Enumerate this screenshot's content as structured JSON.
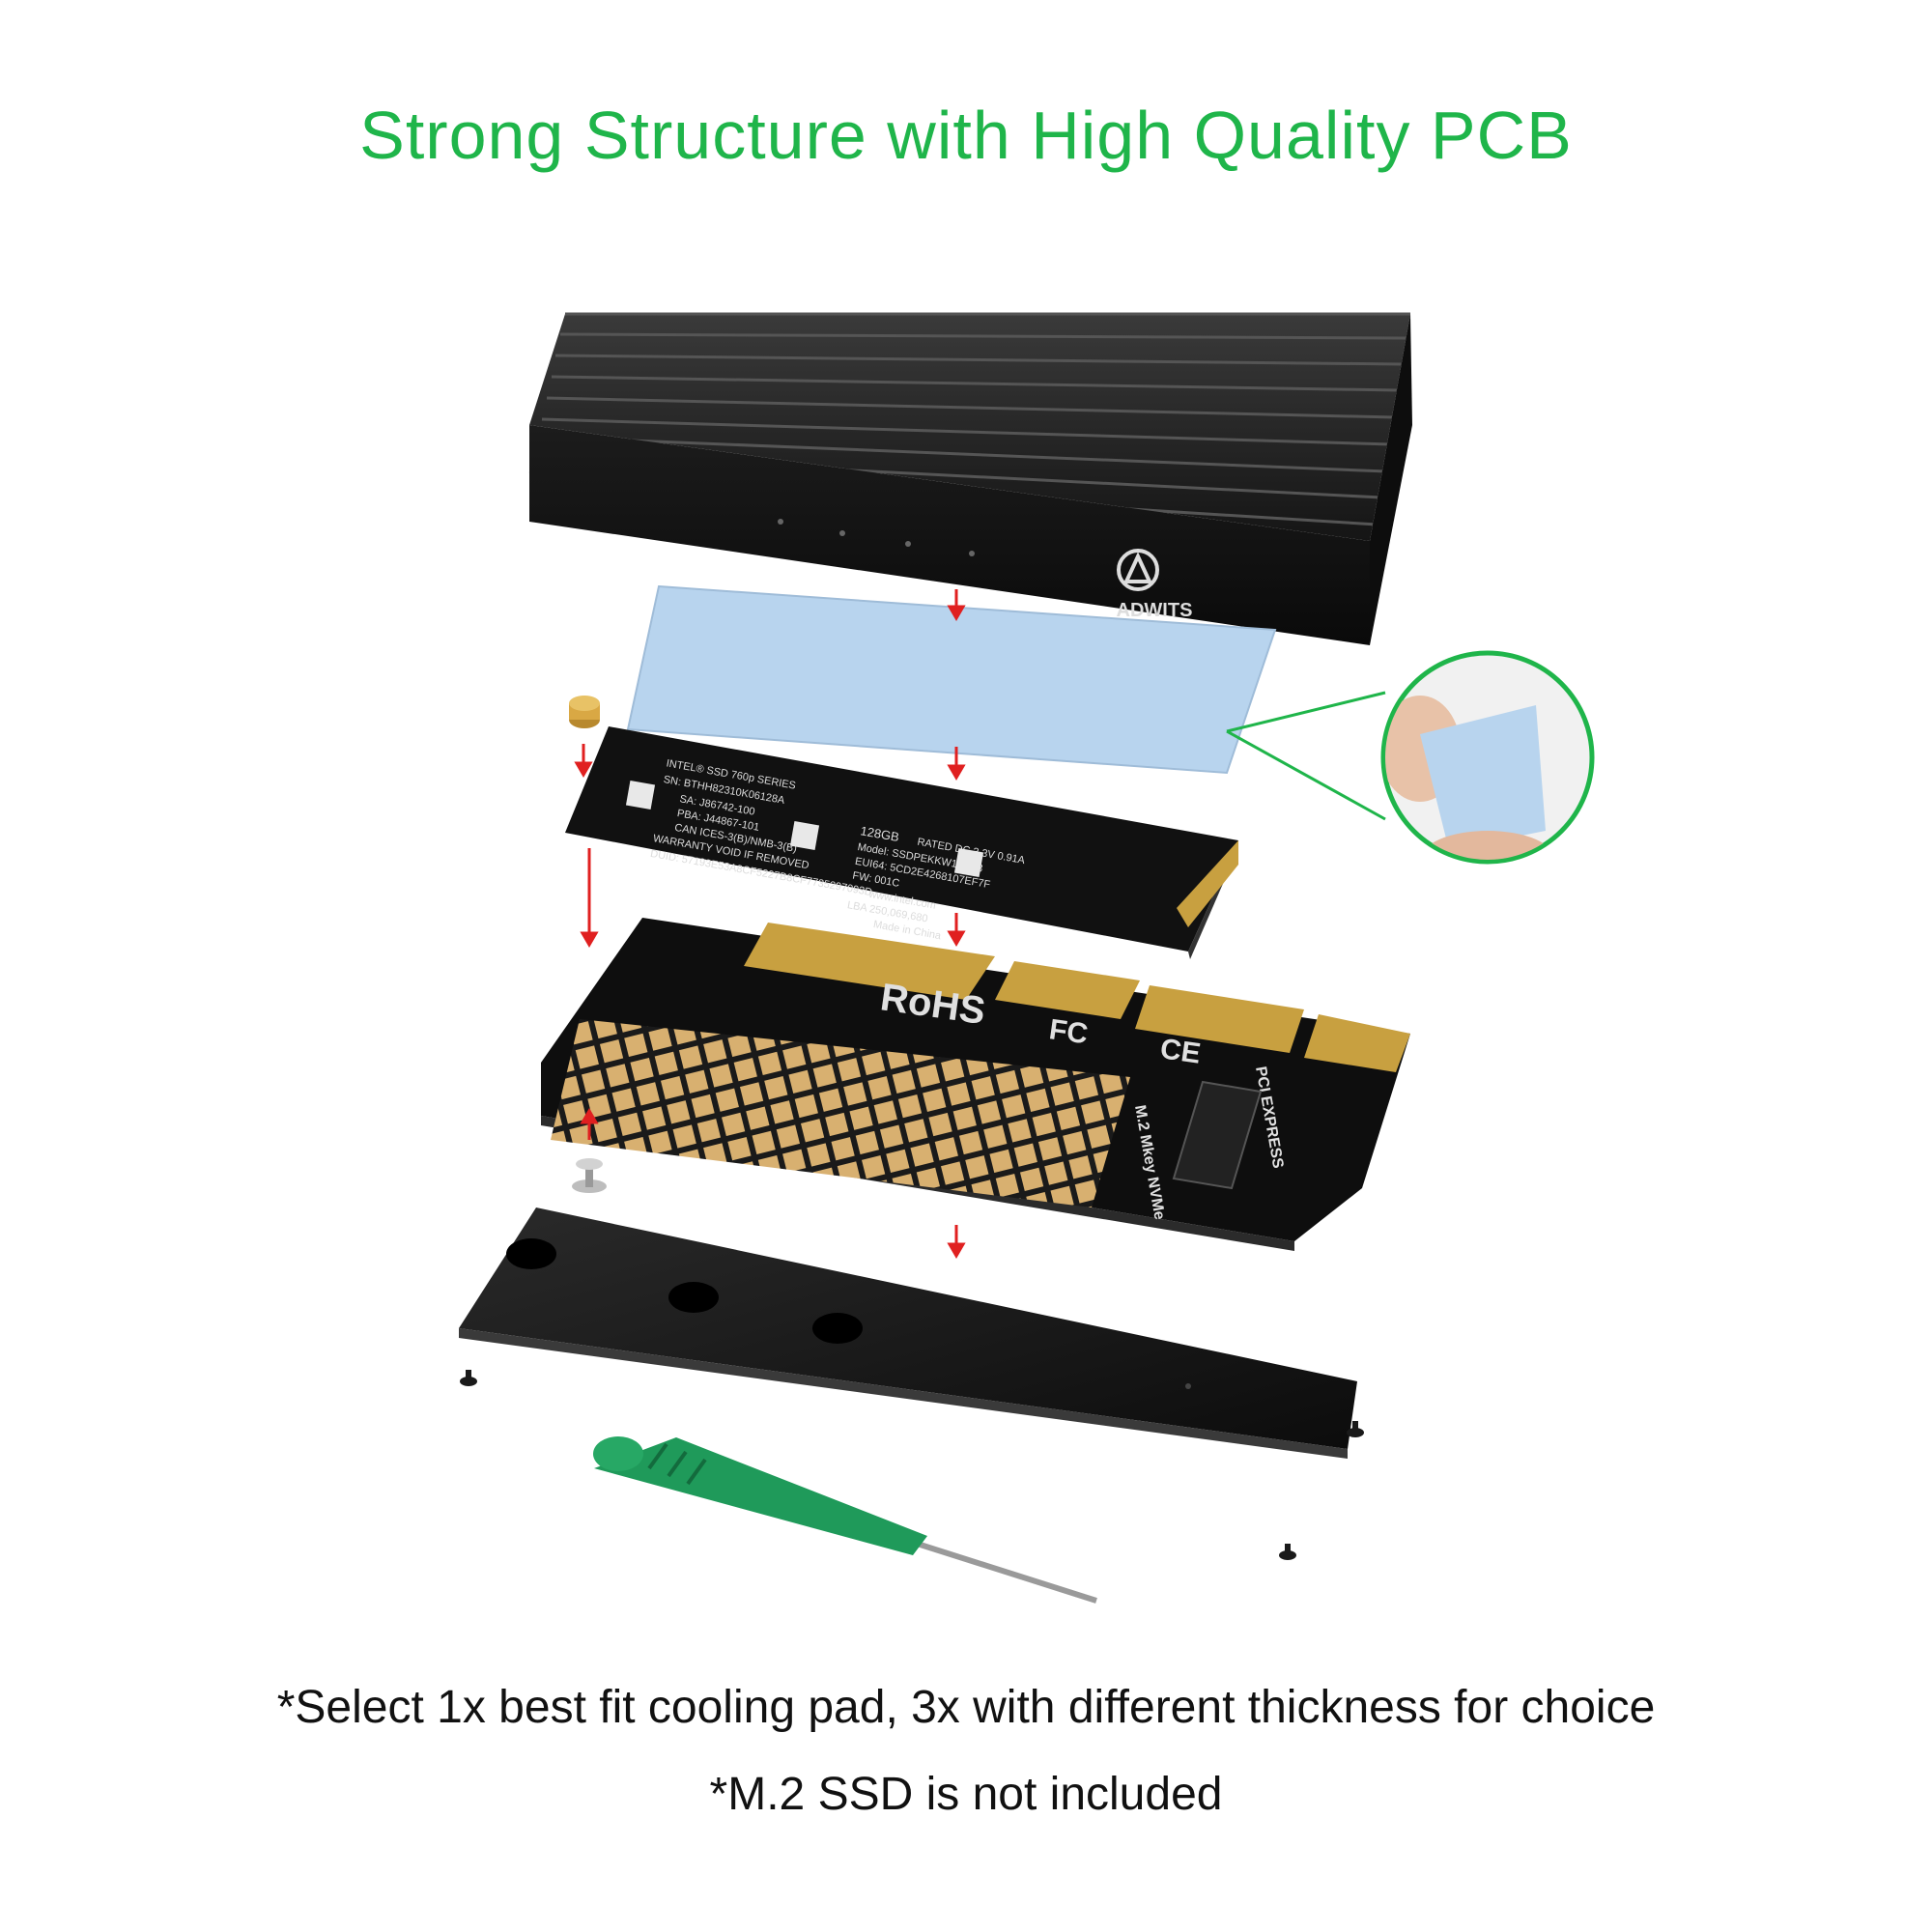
{
  "headline": "Strong Structure with High Quality PCB",
  "brand": {
    "logo_text": "ADWITS"
  },
  "ssd_label": {
    "series": "INTEL® SSD 760p SERIES",
    "sn": "SN: BTHH82310K06128A",
    "sa": "SA: J86742-100",
    "pba": "PBA: J44867-101",
    "can": "CAN ICES-3(B)/NMB-3(B)",
    "warranty": "WARRANTY VOID IF REMOVED",
    "duid": "DUID: 57193E53A8CF5227B8CF7735297093D",
    "capacity": "128GB",
    "rated": "RATED DC 3.3V 0.91A",
    "model": "Model: SSDPEKKW128G8",
    "eui": "EUI64: 5CD2E4268107EF7F",
    "fw": "FW: 001C",
    "web": "www.intel.com",
    "lba": "LBA 250,069,680",
    "made": "Made in China"
  },
  "adapter_marks": {
    "rohs": "RoHS",
    "fc": "FC",
    "ce": "CE",
    "m2": "M.2 Mkey NVMe",
    "pcie": "PCI EXPRESS"
  },
  "notes": [
    "*Select 1x best fit cooling pad, 3x with different thickness for choice",
    "*M.2 SSD is not included"
  ],
  "colors": {
    "headline": "#1fb54a",
    "arrow": "#e02020",
    "thermal_pad": "#b8d4ee",
    "gold": "#d8b070",
    "handle": "#1f9a5a"
  }
}
